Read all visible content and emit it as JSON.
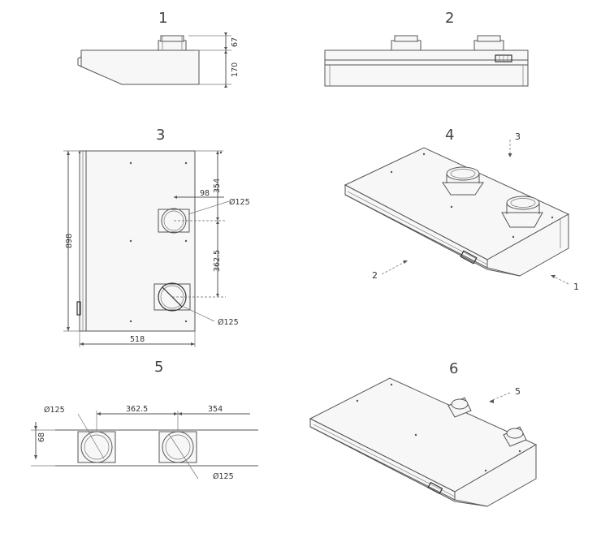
{
  "views": [
    {
      "number": "1",
      "dims": [
        "67",
        "170"
      ]
    },
    {
      "number": "2"
    },
    {
      "number": "3",
      "dims": [
        "98",
        "354",
        "Ø125",
        "898",
        "362.5",
        "Ø125",
        "518"
      ]
    },
    {
      "number": "4",
      "arrows": [
        "3",
        "2",
        "1"
      ]
    },
    {
      "number": "5",
      "dims": [
        "Ø125",
        "362.5",
        "354",
        "68",
        "Ø125"
      ]
    },
    {
      "number": "6",
      "arrows": [
        "5"
      ]
    }
  ],
  "colors": {
    "line": "#555555",
    "text": "#333333"
  }
}
